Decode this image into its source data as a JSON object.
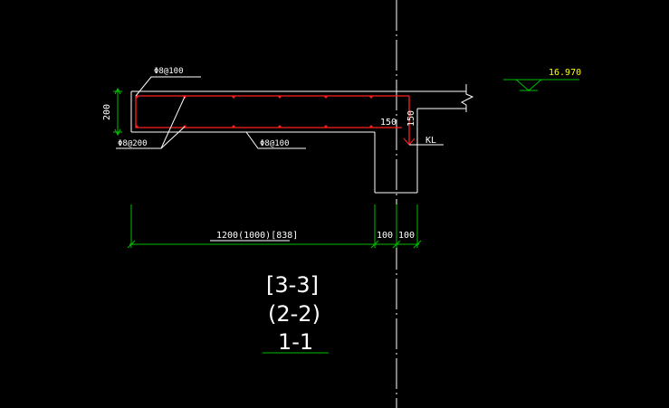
{
  "colors": {
    "background": "#000000",
    "outline": "#ffffff",
    "rebar": "#ff2020",
    "dimension": "#00c000",
    "leader": "#ffffff",
    "elevation_text": "#ffff00",
    "elevation_marker": "#00c000",
    "centerline": "#ffffff"
  },
  "labels": {
    "top_rebar": "Φ8@100",
    "side_rebar": "Φ8@200",
    "bottom_rebar": "Φ8@100",
    "dim_thickness": "200",
    "dim_150_h": "150",
    "dim_150_v": "150",
    "beam_tag": "KL",
    "elevation": "16.970",
    "dim_span": "1200(1000)[838]",
    "dim_100_a": "100",
    "dim_100_b": "100"
  },
  "section_titles": {
    "line1": "[3-3]",
    "line2": "(2-2)",
    "line3": "1-1"
  }
}
